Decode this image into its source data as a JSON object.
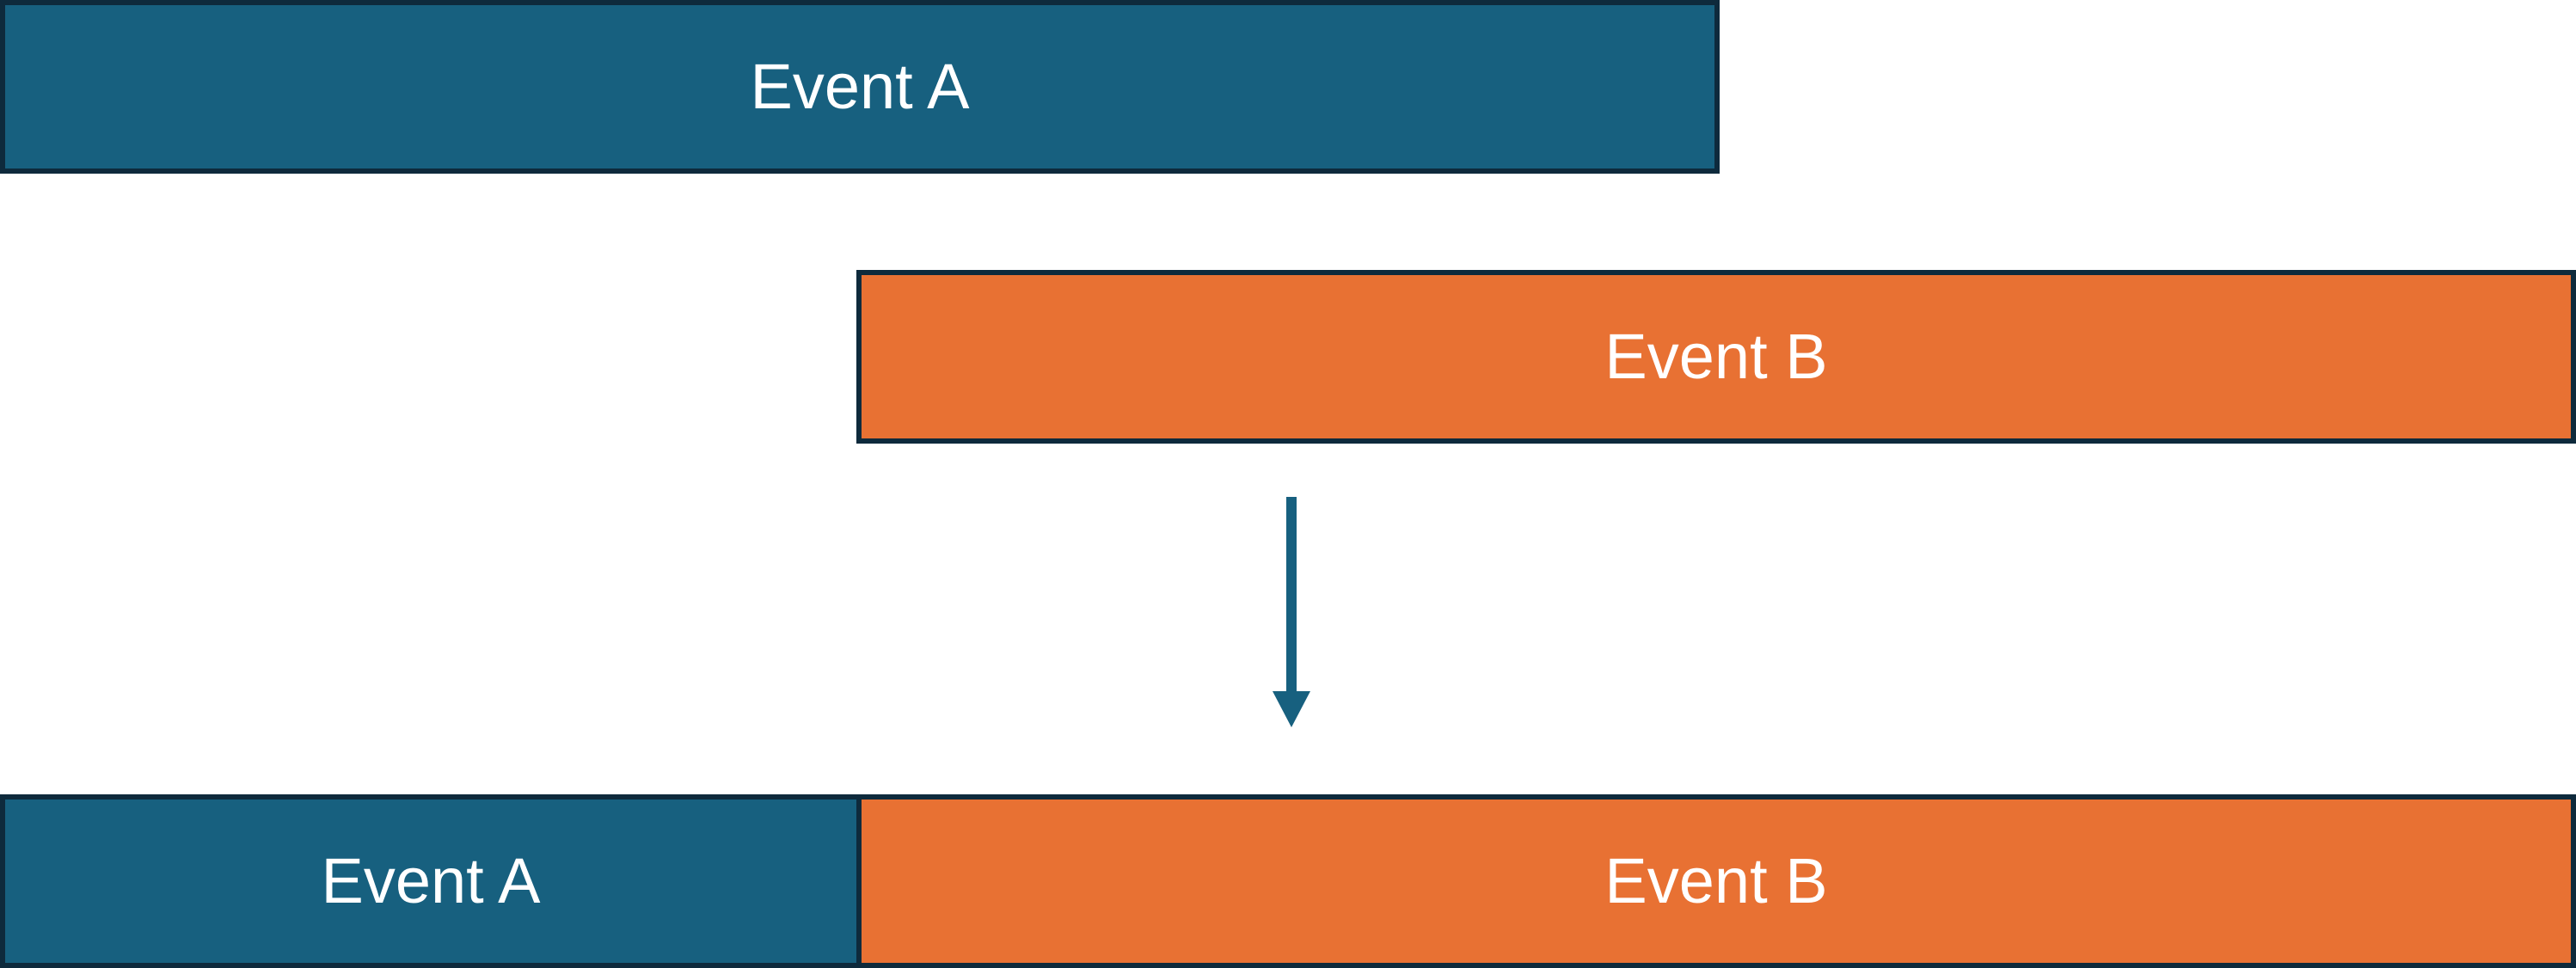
{
  "colors": {
    "event_a": "#17607f",
    "event_b": "#e87133",
    "border": "#0e2a3c",
    "arrow": "#17607f",
    "label": "#ffffff"
  },
  "before": {
    "event_a_label": "Event A",
    "event_b_label": "Event B"
  },
  "after": {
    "event_a_label": "Event A",
    "event_b_label": "Event B"
  },
  "arrow_icon": "arrow-down-icon"
}
